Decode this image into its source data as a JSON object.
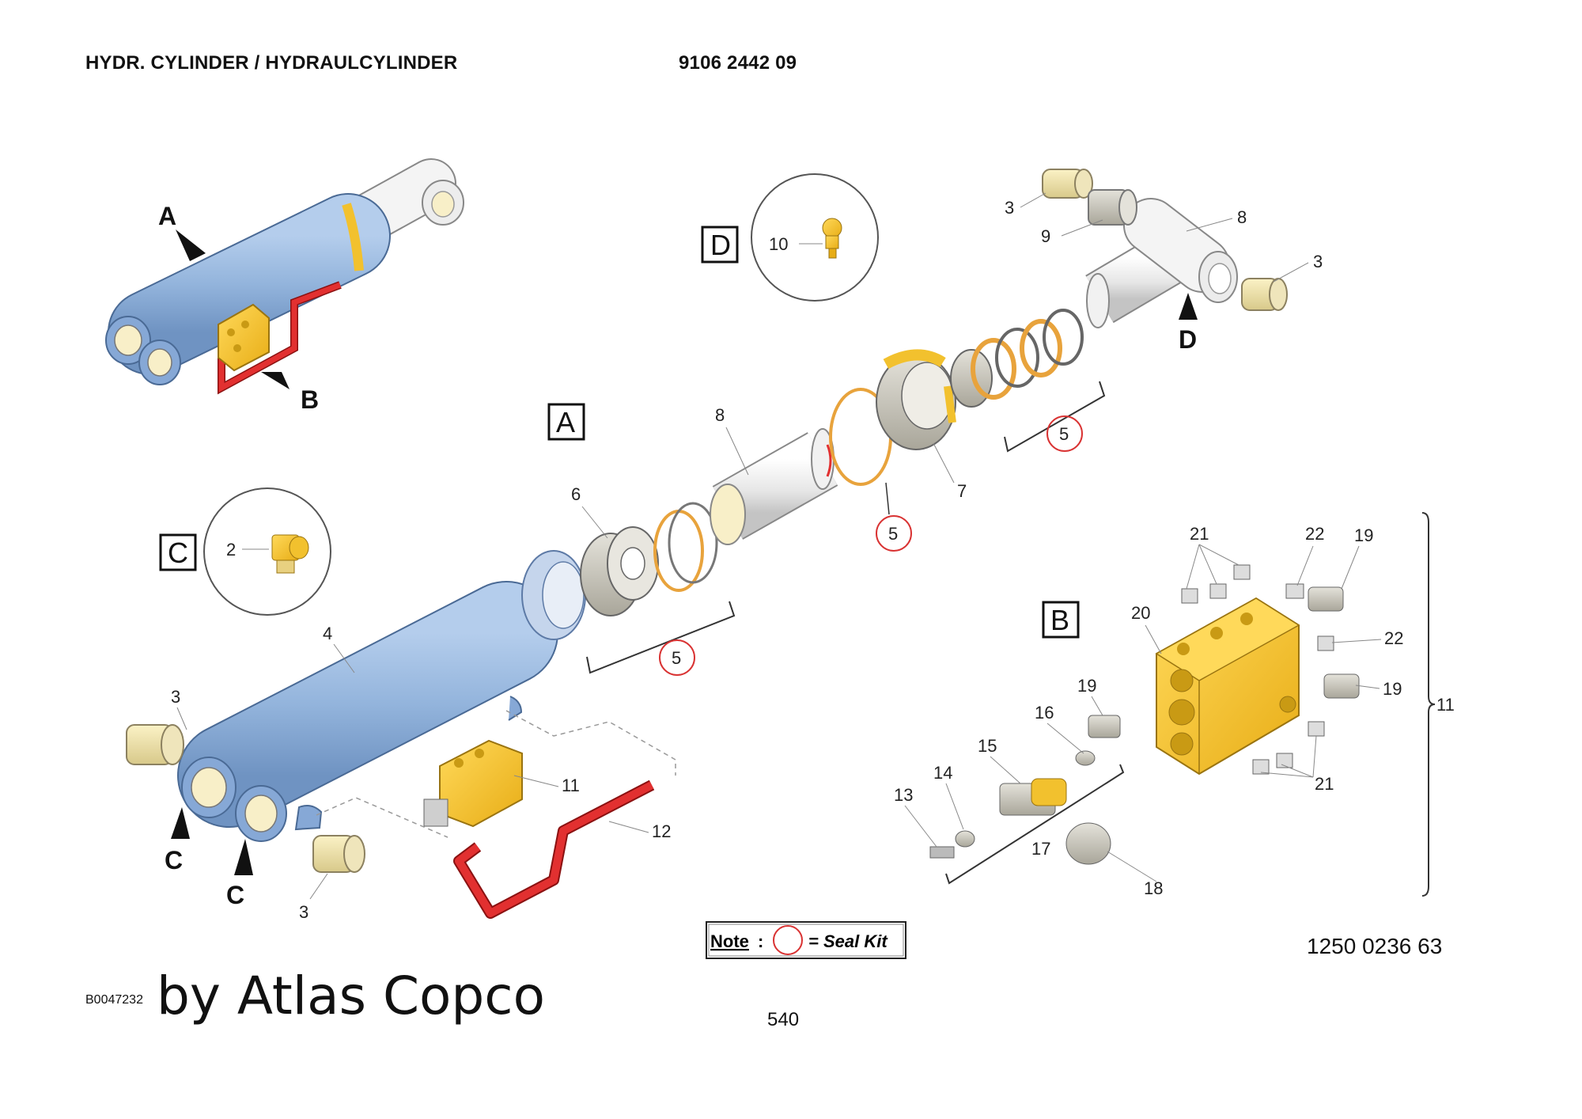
{
  "header": {
    "title": "HYDR. CYLINDER / HYDRAULCYLINDER",
    "part_number": "9106 2442 09"
  },
  "views": {
    "A": "A",
    "B": "B",
    "C": "C",
    "D": "D"
  },
  "pointers": {
    "A": "A",
    "B": "B",
    "C1": "C",
    "C2": "C",
    "D": "D"
  },
  "callouts": {
    "n2": "2",
    "n3a": "3",
    "n3b": "3",
    "n3c": "3",
    "n3d": "3",
    "n4": "4",
    "n5a": "5",
    "n5b": "5",
    "n5c": "5",
    "n6": "6",
    "n7": "7",
    "n8a": "8",
    "n8b": "8",
    "n9": "9",
    "n10": "10",
    "n11a": "11",
    "n11b": "11",
    "n12": "12",
    "n13": "13",
    "n14": "14",
    "n15": "15",
    "n16": "16",
    "n17": "17",
    "n18": "18",
    "n19a": "19",
    "n19b": "19",
    "n19c": "19",
    "n20": "20",
    "n21a": "21",
    "n21b": "21",
    "n22a": "22",
    "n22b": "22"
  },
  "note": {
    "label": "Note",
    "colon": ":",
    "text": "= Seal Kit"
  },
  "footer": {
    "drawing_id": "B0047232",
    "brand": "by Atlas Copco",
    "page": "540",
    "doc_number": "1250 0236 63"
  },
  "colors": {
    "cylinder": "#93b4dc",
    "valve": "#f2c12e",
    "hose": "#e23030",
    "seal": "#e8a33c",
    "seal_kit_circle": "#d93333"
  }
}
